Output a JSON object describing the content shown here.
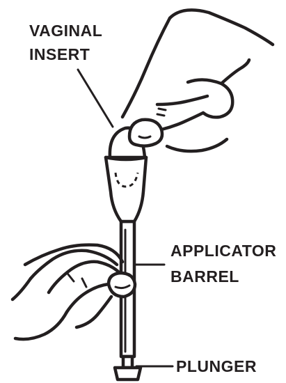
{
  "labels": {
    "vaginal_insert_line1": "VAGINAL",
    "vaginal_insert_line2": "INSERT",
    "applicator_line1": "APPLICATOR",
    "applicator_line2": "BARREL",
    "plunger": "PLUNGER"
  },
  "colors": {
    "ink": "#231f20",
    "background": "#ffffff"
  }
}
